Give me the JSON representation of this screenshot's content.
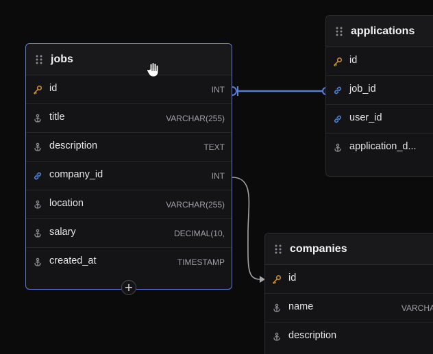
{
  "canvas": {
    "background": "#0b0b0c",
    "accent": "#5c7fd6"
  },
  "tables": {
    "jobs": {
      "title": "jobs",
      "add_label": "+",
      "columns": [
        {
          "name": "id",
          "type": "INT",
          "icon": "key-icon"
        },
        {
          "name": "title",
          "type": "VARCHAR(255)",
          "icon": "anchor-icon"
        },
        {
          "name": "description",
          "type": "TEXT",
          "icon": "anchor-icon"
        },
        {
          "name": "company_id",
          "type": "INT",
          "icon": "link-icon"
        },
        {
          "name": "location",
          "type": "VARCHAR(255)",
          "icon": "anchor-icon"
        },
        {
          "name": "salary",
          "type": "DECIMAL(10,",
          "icon": "anchor-icon"
        },
        {
          "name": "created_at",
          "type": "TIMESTAMP",
          "icon": "anchor-icon"
        }
      ]
    },
    "applications": {
      "title": "applications",
      "columns": [
        {
          "name": "id",
          "type": "",
          "icon": "key-icon"
        },
        {
          "name": "job_id",
          "type": "",
          "icon": "link-icon"
        },
        {
          "name": "user_id",
          "type": "",
          "icon": "link-icon"
        },
        {
          "name": "application_d...",
          "type": "",
          "icon": "anchor-icon"
        }
      ]
    },
    "companies": {
      "title": "companies",
      "columns": [
        {
          "name": "id",
          "type": "",
          "icon": "key-icon"
        },
        {
          "name": "name",
          "type": "VARCHA",
          "icon": "anchor-icon"
        },
        {
          "name": "description",
          "type": "",
          "icon": "anchor-icon"
        }
      ]
    }
  },
  "colors": {
    "key": "#d9962b",
    "link": "#4f86d9",
    "anchor": "#8d8e93",
    "relation_selected": "#5c7fd6",
    "relation_default": "#a5a6aa"
  }
}
